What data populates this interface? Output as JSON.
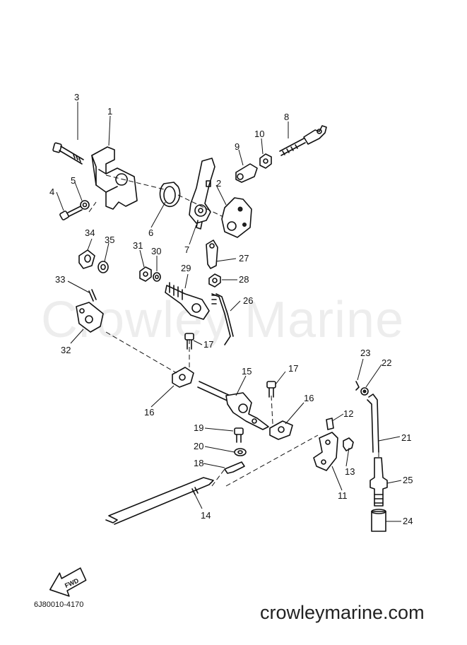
{
  "watermark": "Crowley Marine",
  "website": "crowleymarine.com",
  "diagram_code": "6J80010-4170",
  "fwd_label": "FWD",
  "callouts": [
    "1",
    "2",
    "3",
    "4",
    "5",
    "6",
    "7",
    "8",
    "9",
    "10",
    "11",
    "12",
    "13",
    "14",
    "15",
    "16",
    "16",
    "17",
    "17",
    "18",
    "19",
    "20",
    "21",
    "22",
    "23",
    "24",
    "25",
    "26",
    "27",
    "28",
    "29",
    "30",
    "31",
    "32",
    "33",
    "34",
    "35"
  ]
}
